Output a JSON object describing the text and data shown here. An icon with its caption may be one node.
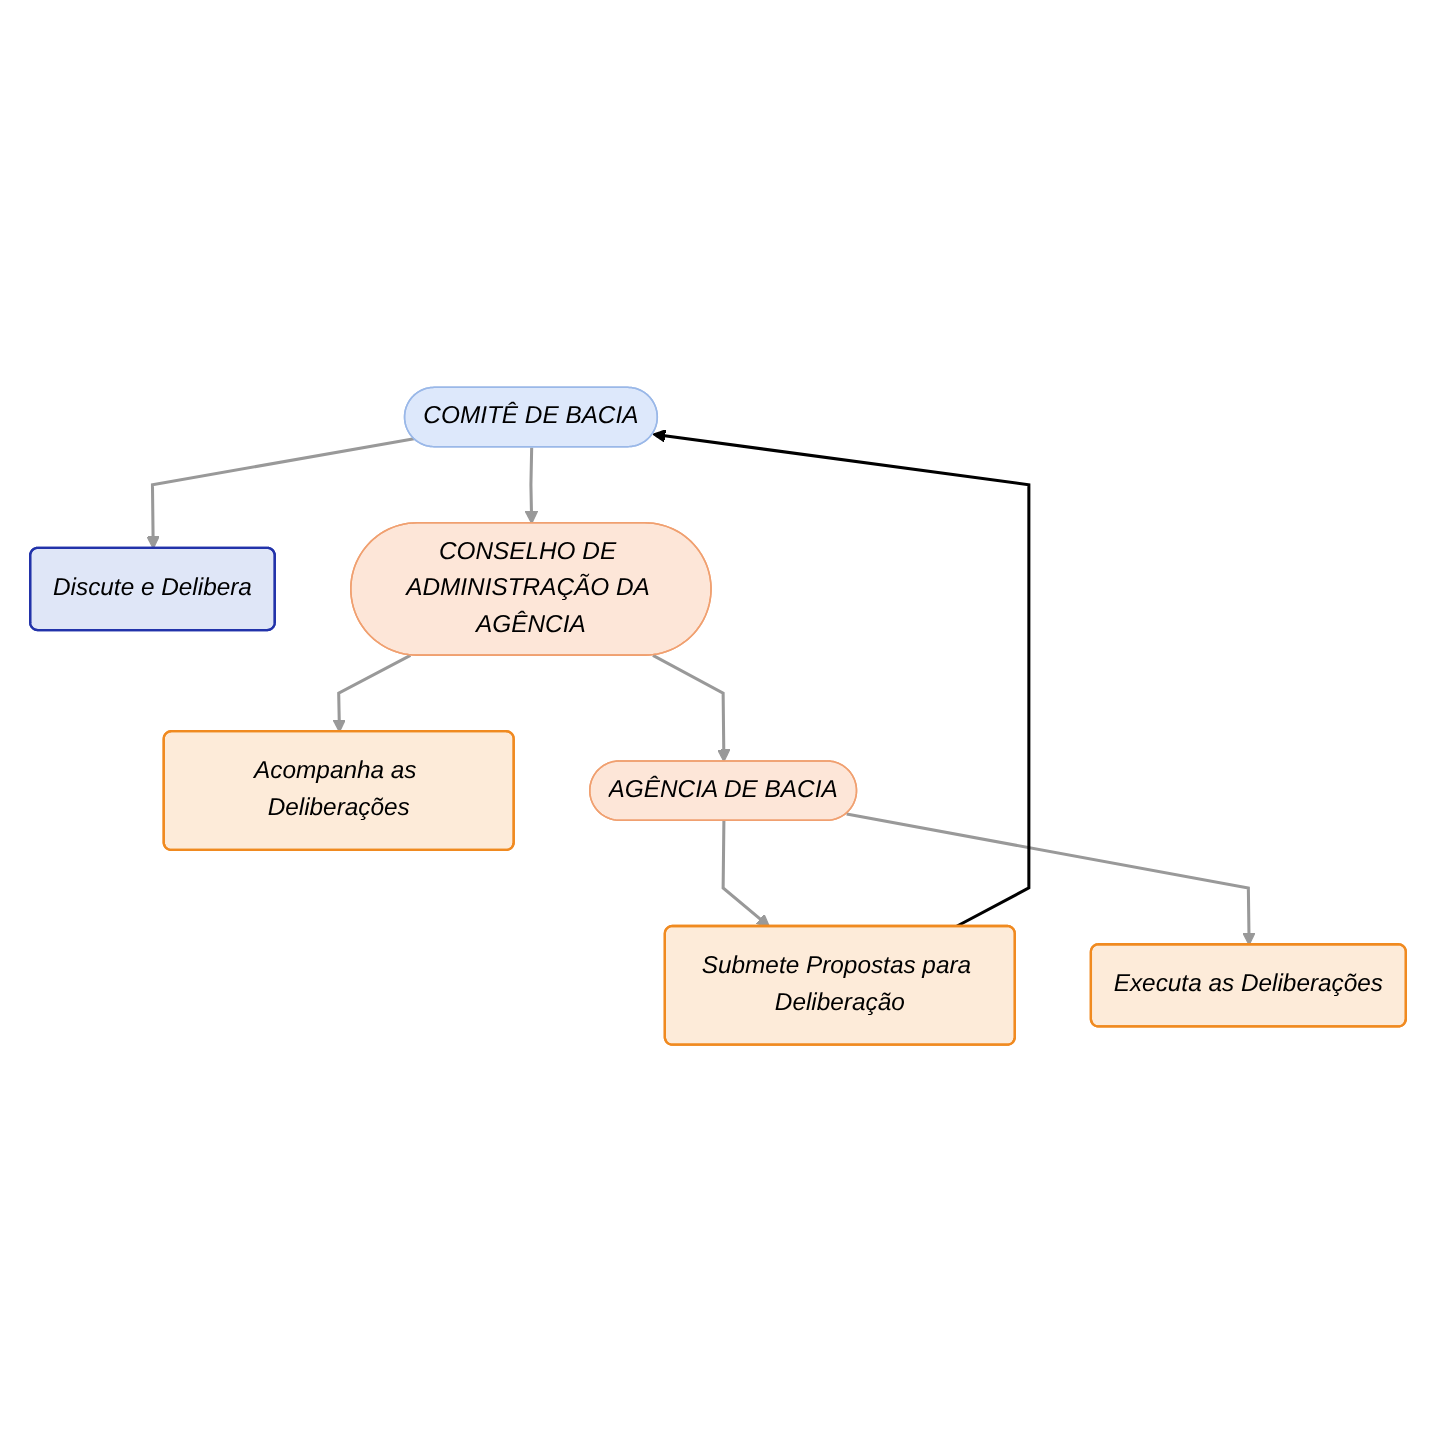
{
  "diagram": {
    "nodes": [
      {
        "text": [
          "COMITÊ DE BACIA"
        ]
      },
      {
        "text": [
          "Discute e Delibera"
        ]
      },
      {
        "text": [
          "CONSELHO DE ADMINISTRAÇÃO DA AGÊNCIA"
        ]
      },
      {
        "text": [
          "Acompanha as Deliberações"
        ]
      },
      {
        "text": [
          "AGÊNCIA DE BACIA"
        ]
      },
      {
        "text": [
          "Submete Propostas para Deliberação"
        ]
      },
      {
        "text": [
          "Executa as Deliberações"
        ]
      }
    ],
    "edges": [
      {
        "from": 0,
        "to": 1,
        "arrow": "to"
      },
      {
        "from": 0,
        "to": 2,
        "arrow": "to"
      },
      {
        "from": 2,
        "to": 3,
        "arrow": "to"
      },
      {
        "from": 2,
        "to": 4,
        "arrow": "to"
      },
      {
        "from": 4,
        "to": 5,
        "arrow": "to"
      },
      {
        "from": 4,
        "to": 6,
        "arrow": "to"
      },
      {
        "from": 5,
        "to": 0,
        "arrow": "to",
        "color": "#000000"
      }
    ]
  }
}
